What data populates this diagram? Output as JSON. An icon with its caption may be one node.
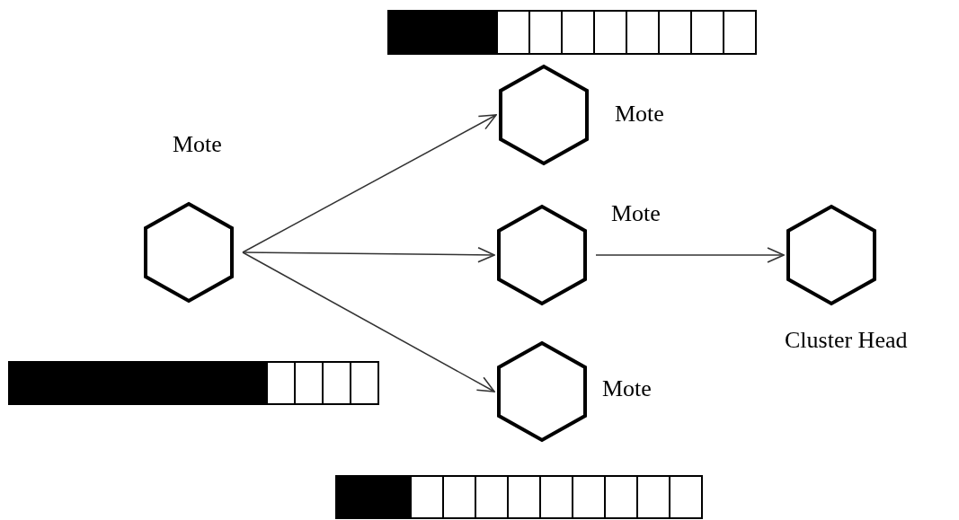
{
  "diagram": {
    "nodes": [
      {
        "text": [],
        "shape": "hexagon",
        "beside": [
          "Mote"
        ]
      },
      {
        "text": [],
        "shape": "hexagon",
        "beside": [
          "Mote"
        ]
      },
      {
        "text": [],
        "shape": "hexagon",
        "beside": [
          "Mote"
        ]
      },
      {
        "text": [],
        "shape": "hexagon",
        "beside": [
          "Mote"
        ]
      },
      {
        "text": [],
        "shape": "hexagon",
        "beside": [
          "Cluster Head"
        ]
      }
    ],
    "edges": [
      {
        "from": 0,
        "to": 1,
        "arrow": "to"
      },
      {
        "from": 0,
        "to": 2,
        "arrow": "to"
      },
      {
        "from": 0,
        "to": 3,
        "arrow": "to"
      },
      {
        "from": 2,
        "to": 4,
        "arrow": "to"
      }
    ]
  }
}
